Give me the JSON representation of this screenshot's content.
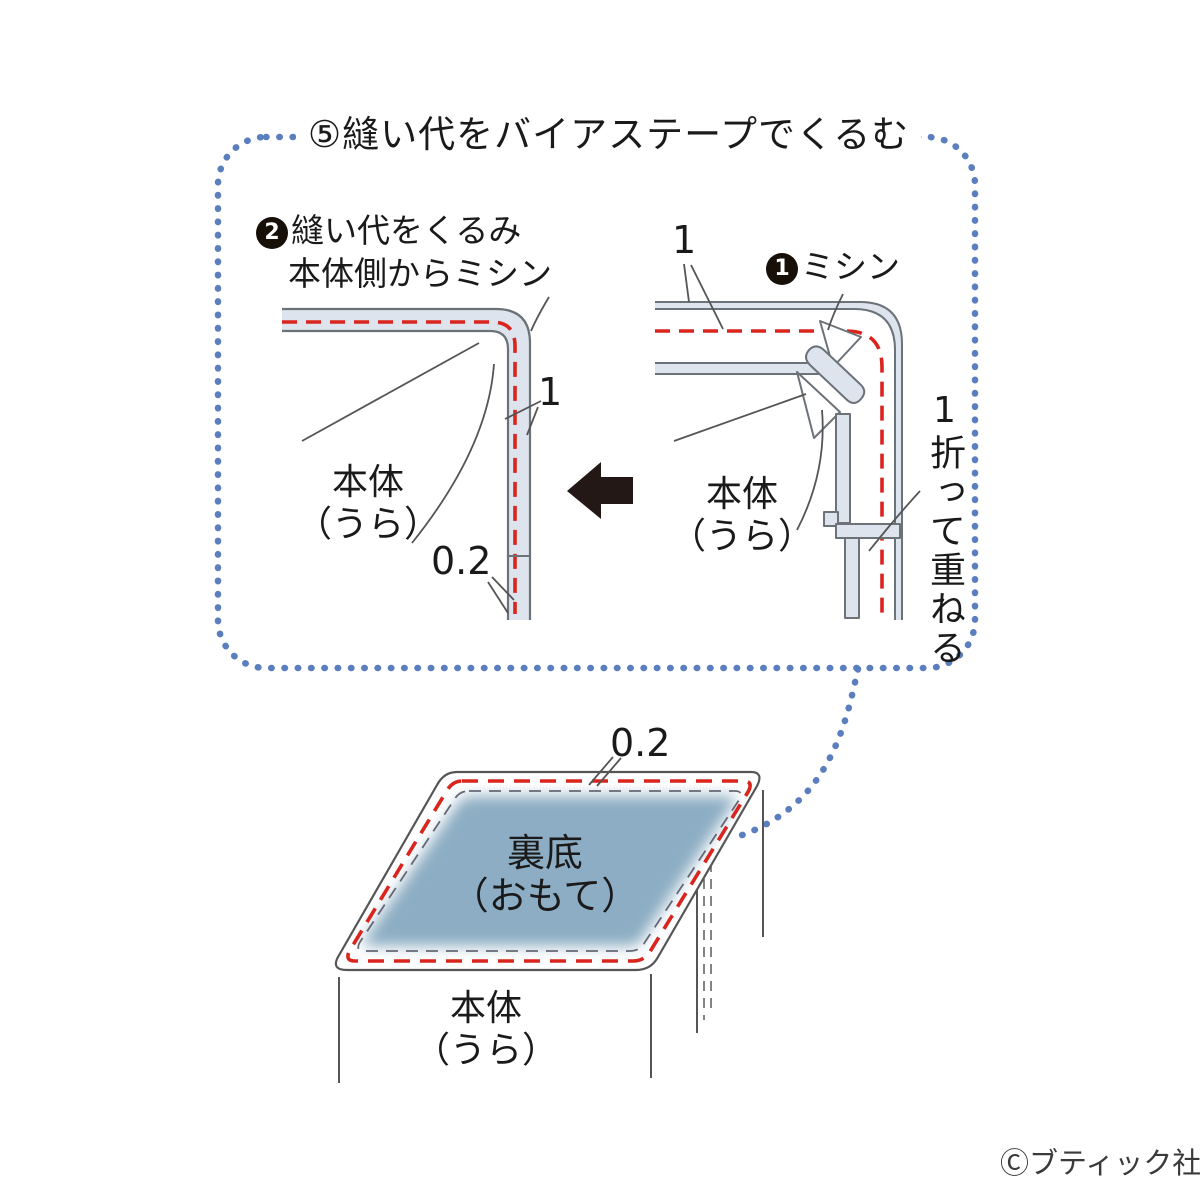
{
  "title": "⑤縫い代をバイアステープでくるむ",
  "copyright": "Ⓒブティック社",
  "panel": {
    "step2": {
      "number": "2",
      "line1": "縫い代をくるみ",
      "line2": "本体側からミシン"
    },
    "step1": {
      "number": "1",
      "label": "ミシン"
    },
    "left_diagram": {
      "dim1": "1",
      "dim02": "0.2",
      "body1": "本体",
      "body2": "（うら）"
    },
    "right_diagram": {
      "dim1": "1",
      "body1": "本体",
      "body2": "（うら）",
      "fold_note": "1折って重ねる"
    }
  },
  "bottom_diagram": {
    "dim02": "0.2",
    "face1": "裏底",
    "face2": "（おもて）",
    "body1": "本体",
    "body2": "（うら）"
  },
  "colors": {
    "dot_border_blue": "#5b7fbe",
    "stitch_red": "#d9251d",
    "tape_fill": "#dde4ed",
    "outline_gray": "#6b7278",
    "fabric_blue": "#8cadc3",
    "arrow_black": "#231815"
  }
}
